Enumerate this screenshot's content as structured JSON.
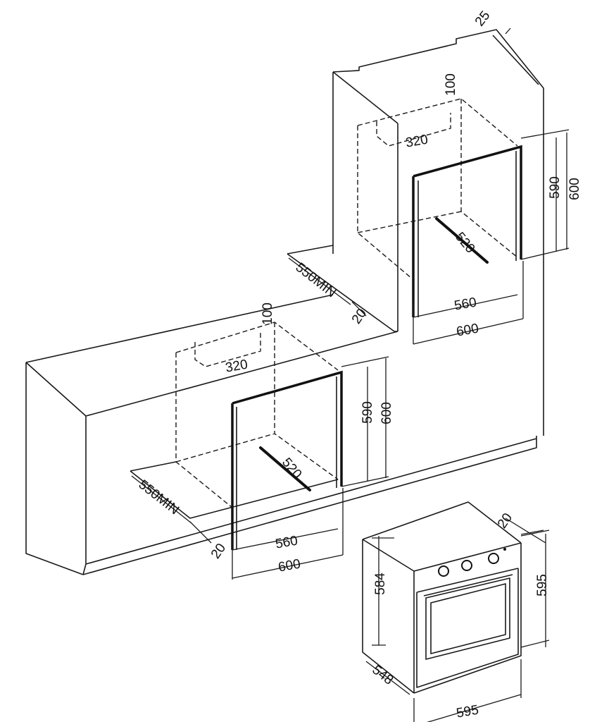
{
  "tall_unit": {
    "top_depth_offset": "25",
    "vent_height": "100",
    "vent_width": "320",
    "opening_height": "590",
    "front_height": "600",
    "opening_depth": "520",
    "floor_depth": "550MIN",
    "gap": "20",
    "opening_width": "560",
    "front_width": "600"
  },
  "base_unit": {
    "vent_height": "100",
    "vent_width": "320",
    "opening_height": "590",
    "front_height": "600",
    "opening_depth": "520",
    "floor_depth": "550MIN",
    "gap": "20",
    "opening_width": "560",
    "front_width": "600"
  },
  "oven": {
    "front_thickness": "20",
    "body_height": "584",
    "front_height": "595",
    "depth": "548",
    "width": "595"
  }
}
